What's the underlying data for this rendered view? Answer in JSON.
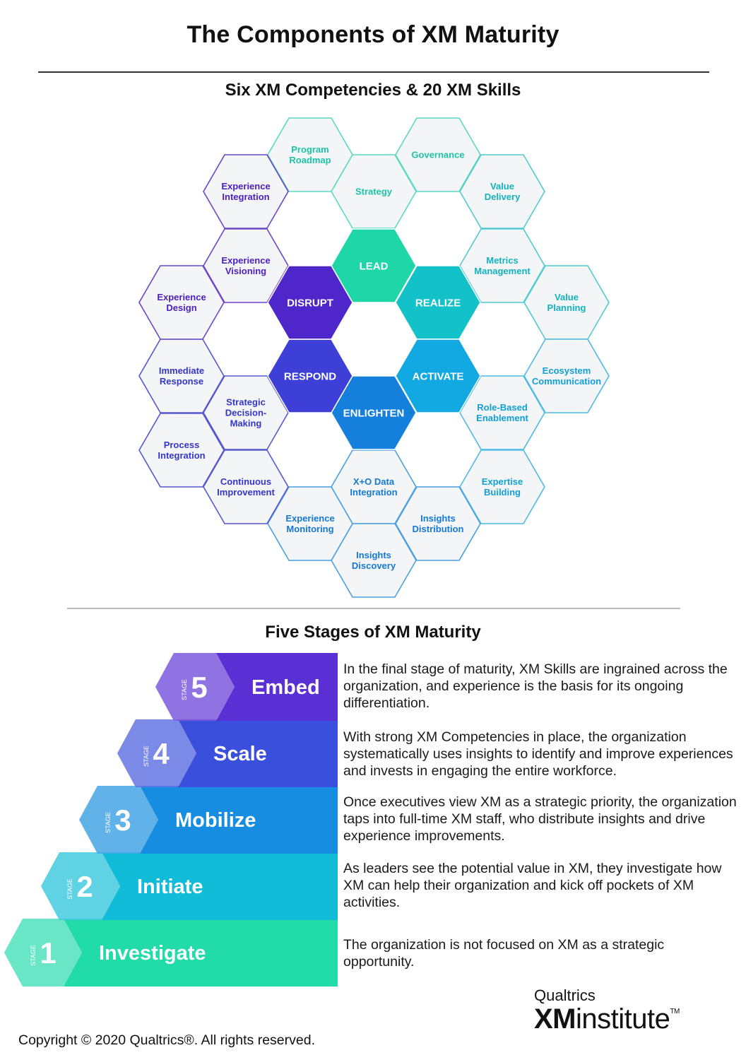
{
  "title": "The Components of XM Maturity",
  "section1_title": "Six XM Competencies & 20 XM Skills",
  "section2_title": "Five Stages of XM Maturity",
  "competencies": [
    {
      "name": "LEAD",
      "color": "#1fd6a8"
    },
    {
      "name": "REALIZE",
      "color": "#13c1c9"
    },
    {
      "name": "ACTIVATE",
      "color": "#12a9e2"
    },
    {
      "name": "ENLIGHTEN",
      "color": "#1580dc"
    },
    {
      "name": "RESPOND",
      "color": "#3d3fd6"
    },
    {
      "name": "DISRUPT",
      "color": "#4f26c9"
    }
  ],
  "skills": [
    {
      "lines": [
        "Program",
        "Roadmap"
      ],
      "competency": "LEAD"
    },
    {
      "lines": [
        "Governance"
      ],
      "competency": "LEAD"
    },
    {
      "lines": [
        "Strategy"
      ],
      "competency": "LEAD"
    },
    {
      "lines": [
        "Value",
        "Delivery"
      ],
      "competency": "REALIZE"
    },
    {
      "lines": [
        "Metrics",
        "Management"
      ],
      "competency": "REALIZE"
    },
    {
      "lines": [
        "Value",
        "Planning"
      ],
      "competency": "REALIZE"
    },
    {
      "lines": [
        "Ecosystem",
        "Communication"
      ],
      "competency": "ACTIVATE"
    },
    {
      "lines": [
        "Role-Based",
        "Enablement"
      ],
      "competency": "ACTIVATE"
    },
    {
      "lines": [
        "Expertise",
        "Building"
      ],
      "competency": "ACTIVATE"
    },
    {
      "lines": [
        "X+O Data",
        "Integration"
      ],
      "competency": "ENLIGHTEN"
    },
    {
      "lines": [
        "Insights",
        "Distribution"
      ],
      "competency": "ENLIGHTEN"
    },
    {
      "lines": [
        "Insights",
        "Discovery"
      ],
      "competency": "ENLIGHTEN"
    },
    {
      "lines": [
        "Experience",
        "Monitoring"
      ],
      "competency": "ENLIGHTEN"
    },
    {
      "lines": [
        "Continuous",
        "Improvement"
      ],
      "competency": "RESPOND"
    },
    {
      "lines": [
        "Process",
        "Integration"
      ],
      "competency": "RESPOND"
    },
    {
      "lines": [
        "Strategic",
        "Decision-",
        "Making"
      ],
      "competency": "RESPOND"
    },
    {
      "lines": [
        "Immediate",
        "Response"
      ],
      "competency": "RESPOND"
    },
    {
      "lines": [
        "Experience",
        "Design"
      ],
      "competency": "DISRUPT"
    },
    {
      "lines": [
        "Experience",
        "Visioning"
      ],
      "competency": "DISRUPT"
    },
    {
      "lines": [
        "Experience",
        "Integration"
      ],
      "competency": "DISRUPT"
    }
  ],
  "stage_word": "STAGE",
  "stages": [
    {
      "number": "1",
      "name": "Investigate",
      "color": "#21dba9",
      "description": "The organization is not focused on XM as a strategic opportunity."
    },
    {
      "number": "2",
      "name": "Initiate",
      "color": "#11bcd8",
      "description": "As leaders see the potential value in XM, they investigate how XM can help their organization and kick off pockets of XM activities."
    },
    {
      "number": "3",
      "name": "Mobilize",
      "color": "#168de0",
      "description": "Once executives view XM as a strategic priority, the organization taps into full-time XM staff, who distribute insights and drive experience improvements."
    },
    {
      "number": "4",
      "name": "Scale",
      "color": "#3a4fdc",
      "description": "With strong XM Competencies in place, the organization systematically uses insights to identify and improve experiences and invests in engaging the entire workforce."
    },
    {
      "number": "5",
      "name": "Embed",
      "color": "#5a30d4",
      "description": "In the final stage of maturity, XM Skills are ingrained across the organization, and experience is the basis for its ongoing differentiation."
    }
  ],
  "brand": {
    "sub": "Qualtrics",
    "xm": "XM",
    "word": "institute",
    "tm": "TM"
  },
  "copyright": "Copyright © 2020 Qualtrics®.  All rights reserved."
}
